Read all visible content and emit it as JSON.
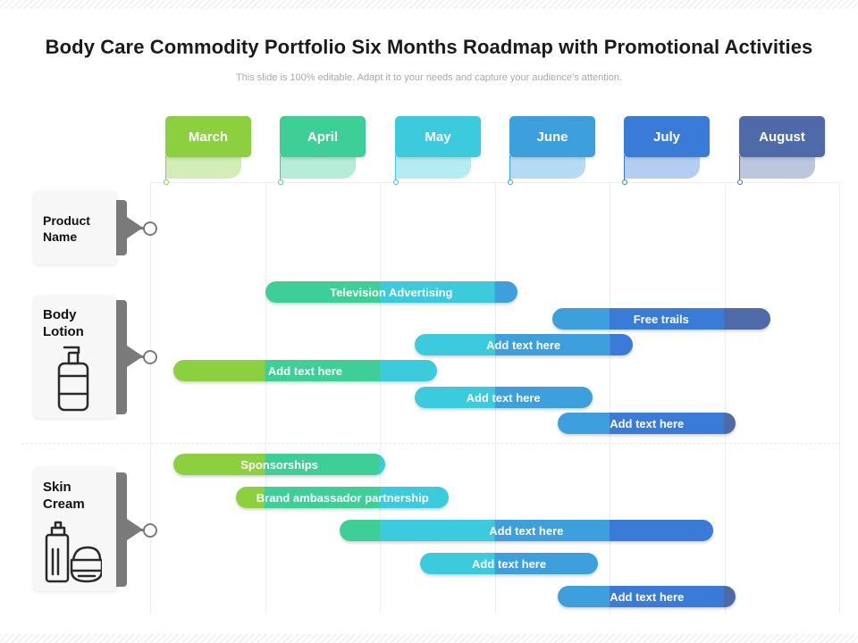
{
  "title": "Body Care Commodity Portfolio Six Months Roadmap with Promotional Activities",
  "subtitle": "This slide is 100% editable. Adapt it to your needs and capture your audience’s attention.",
  "months": [
    {
      "label": "March",
      "color": "#8ccf3f"
    },
    {
      "label": "April",
      "color": "#3ecf98"
    },
    {
      "label": "May",
      "color": "#3ccbdc"
    },
    {
      "label": "June",
      "color": "#3da0dc"
    },
    {
      "label": "July",
      "color": "#3a7bd8"
    },
    {
      "label": "August",
      "color": "#4e6aa8"
    }
  ],
  "rows": [
    {
      "label": "Product Name",
      "icon": ""
    },
    {
      "label": "Body Lotion",
      "icon": "lotion-bottle-icon"
    },
    {
      "label": "Skin Cream",
      "icon": "cream-jar-icon"
    }
  ],
  "activities": [
    {
      "label": "Television Advertising",
      "start": 1.0,
      "end": 3.2
    },
    {
      "label": "Free trails",
      "start": 3.5,
      "end": 5.4
    },
    {
      "label": "Add text here",
      "start": 2.3,
      "end": 4.2
    },
    {
      "label": "Add text here",
      "start": 0.2,
      "end": 2.5
    },
    {
      "label": "Add text here",
      "start": 2.3,
      "end": 3.85
    },
    {
      "label": "Add text here",
      "start": 3.55,
      "end": 5.1
    },
    {
      "label": "Sponsorships",
      "start": 0.2,
      "end": 2.05
    },
    {
      "label": "Brand ambassador partnership",
      "start": 0.75,
      "end": 2.6
    },
    {
      "label": "Add text here",
      "start": 1.65,
      "end": 4.9
    },
    {
      "label": "Add text here",
      "start": 2.35,
      "end": 3.9
    },
    {
      "label": "Add text here",
      "start": 3.55,
      "end": 5.1
    }
  ]
}
